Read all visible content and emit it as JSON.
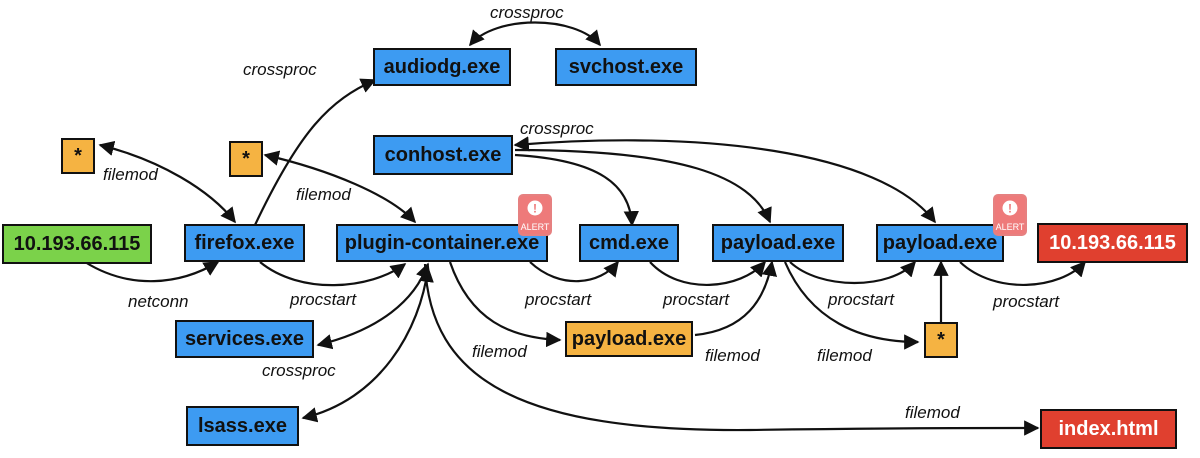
{
  "colors": {
    "process": "#3d9bf2",
    "file": "#f5b342",
    "ip_source": "#7bd24a",
    "alerted_target": "#e0402f",
    "edge": "#111111",
    "alert_badge": "#ee7a7a"
  },
  "nodes": {
    "audiodg": "audiodg.exe",
    "svchost": "svchost.exe",
    "file_star_1": "*",
    "file_star_2": "*",
    "conhost": "conhost.exe",
    "src_ip": "10.193.66.115",
    "firefox": "firefox.exe",
    "plugin_container": "plugin-container.exe",
    "cmd": "cmd.exe",
    "payload_1": "payload.exe",
    "payload_2": "payload.exe",
    "dst_ip": "10.193.66.115",
    "services": "services.exe",
    "payload_file": "payload.exe",
    "file_star_3": "*",
    "lsass": "lsass.exe",
    "index_html": "index.html"
  },
  "alert_label": "ALERT",
  "edge_labels": {
    "crossproc_top": "crossproc",
    "crossproc_audiodg": "crossproc",
    "crossproc_conhost": "crossproc",
    "filemod_star1": "filemod",
    "filemod_star2": "filemod",
    "netconn": "netconn",
    "procstart_firefox": "procstart",
    "procstart_cmd": "procstart",
    "procstart_payload1": "procstart",
    "procstart_payload2": "procstart",
    "procstart_dst": "procstart",
    "filemod_payloadfile": "filemod",
    "filemod_payloadfile_out": "filemod",
    "filemod_star3": "filemod",
    "crossproc_services": "crossproc",
    "filemod_index": "filemod"
  }
}
